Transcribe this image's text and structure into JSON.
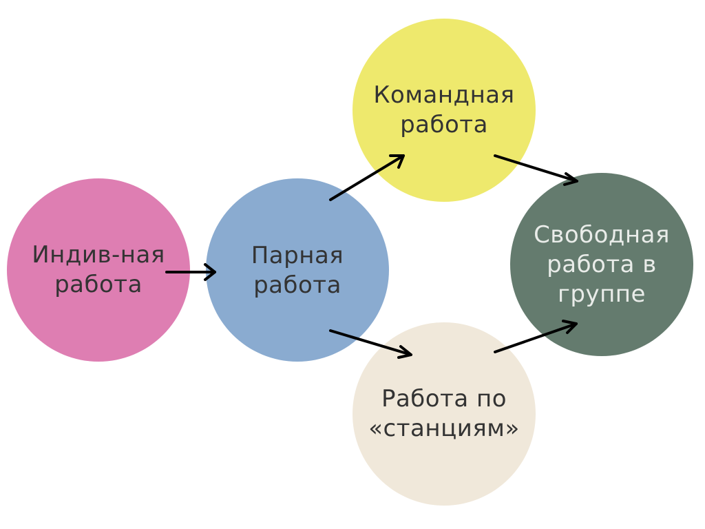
{
  "colors": {
    "individual": "#de7eb2",
    "pair": "#8aabd0",
    "team": "#eee96d",
    "stations": "#f0e8da",
    "free": "#647b6e",
    "text_dark": "#333333",
    "text_on_free": "#e9ece9",
    "arrow": "#000000"
  },
  "nodes": {
    "individual": {
      "label": "Индив-ная\nработа"
    },
    "pair": {
      "label": "Парная\nработа"
    },
    "team": {
      "label": "Командная\nработа"
    },
    "stations": {
      "label": "Работа по\n«станциям»"
    },
    "free": {
      "label": "Свободная\nработа в\nгруппе"
    }
  },
  "edges": [
    {
      "from": "individual",
      "to": "pair"
    },
    {
      "from": "pair",
      "to": "team"
    },
    {
      "from": "pair",
      "to": "stations"
    },
    {
      "from": "team",
      "to": "free"
    },
    {
      "from": "stations",
      "to": "free"
    }
  ]
}
